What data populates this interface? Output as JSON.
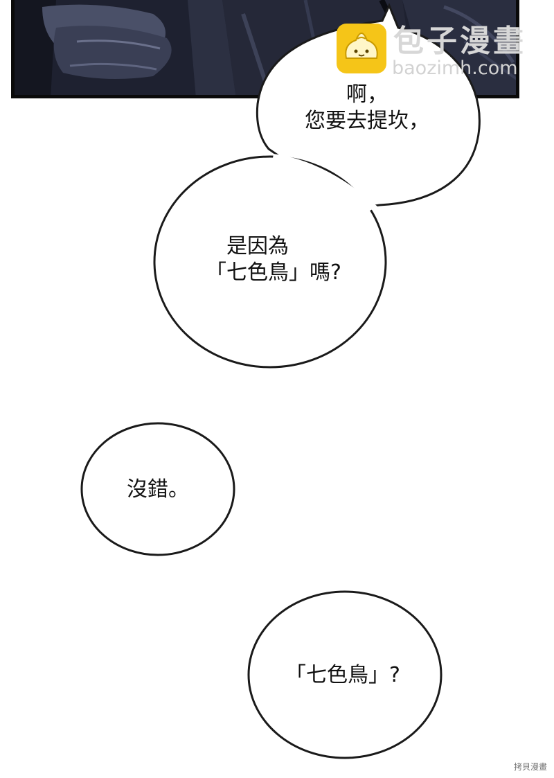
{
  "bubbles": [
    {
      "lines": [
        "啊，",
        "您要去提坎，"
      ]
    },
    {
      "lines": [
        "是因為",
        "「七色鳥」嗎?"
      ]
    },
    {
      "lines": [
        "沒錯。"
      ]
    },
    {
      "lines": [
        "「七色鳥」?"
      ]
    }
  ],
  "watermark": {
    "title": "包子漫畫",
    "url": "baozimh.com",
    "icon": "steamed-bun-icon"
  },
  "corner_mark": "拷貝漫畫",
  "colors": {
    "panel_bg": "#1b1d28",
    "panel_border": "#0a0a0a",
    "bubble_fill": "#ffffff",
    "bubble_stroke": "#1a1a1a",
    "logo_yellow": "#f5c518"
  }
}
